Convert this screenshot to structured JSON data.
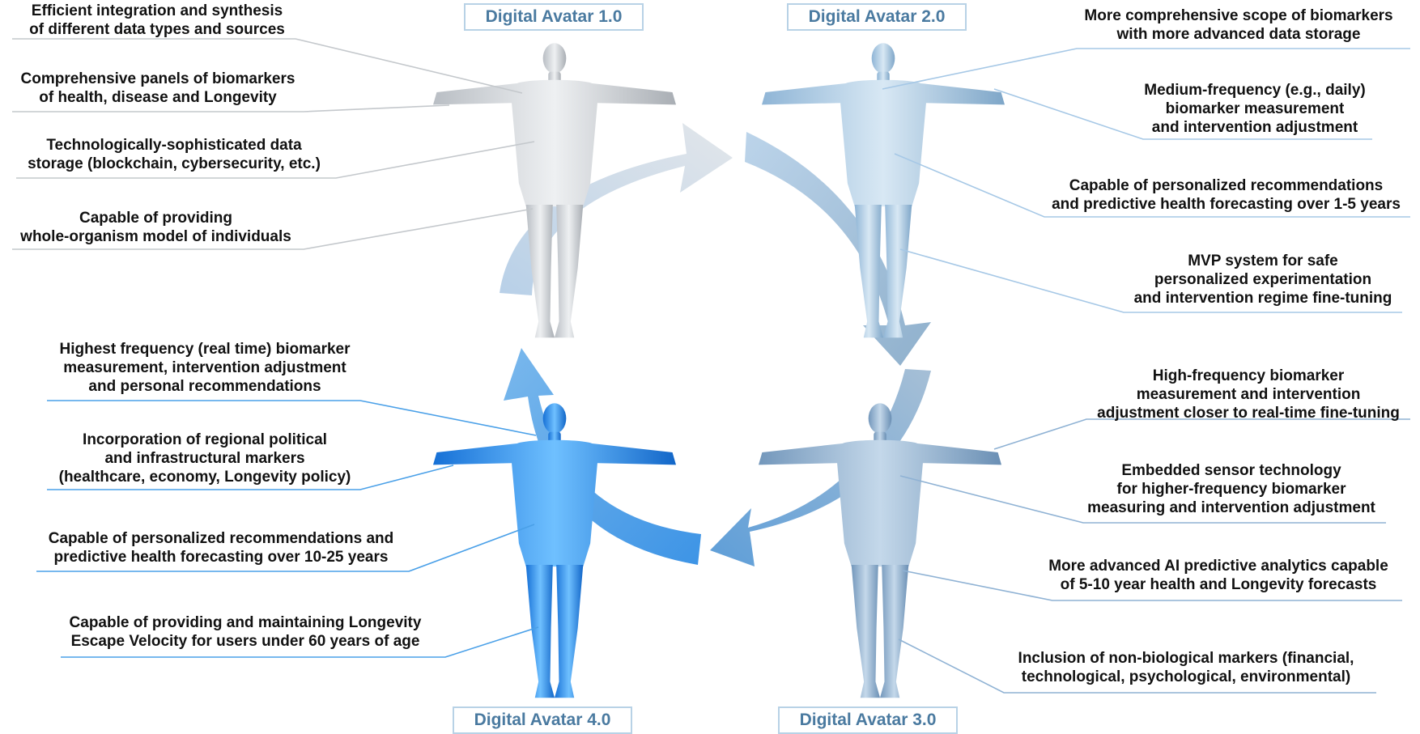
{
  "avatars": {
    "a1": {
      "title": "Digital Avatar 1.0",
      "color": "#c9cdd2",
      "labels": [
        [
          "Efficient integration and synthesis",
          "of different data types and sources"
        ],
        [
          "Comprehensive panels of biomarkers",
          "of health, disease and Longevity"
        ],
        [
          "Technologically-sophisticated data",
          "storage (blockchain, cybersecurity, etc.)"
        ],
        [
          "Capable of providing",
          "whole-organism model of individuals"
        ]
      ]
    },
    "a2": {
      "title": "Digital Avatar 2.0",
      "color": "#a9c9e6",
      "labels": [
        [
          "More comprehensive scope of biomarkers",
          "with more advanced data storage"
        ],
        [
          "Medium-frequency (e.g., daily)",
          "biomarker measurement",
          "and intervention adjustment"
        ],
        [
          "Capable of personalized recommendations",
          "and predictive health forecasting over 1-5 years"
        ],
        [
          "MVP system for safe",
          "personalized experimentation",
          "and intervention regime fine-tuning"
        ]
      ]
    },
    "a3": {
      "title": "Digital Avatar 3.0",
      "color": "#8fb2d4",
      "labels": [
        [
          "High-frequency biomarker",
          "measurement and intervention",
          "adjustment closer to real-time fine-tuning"
        ],
        [
          "Embedded sensor technology",
          "for higher-frequency biomarker",
          "measuring and intervention adjustment"
        ],
        [
          "More advanced AI predictive analytics capable",
          "of 5-10 year health and Longevity forecasts"
        ],
        [
          "Inclusion of non-biological markers (financial,",
          "technological, psychological, environmental)"
        ]
      ]
    },
    "a4": {
      "title": "Digital Avatar 4.0",
      "color": "#2f8ee8",
      "labels": [
        [
          "Highest frequency (real time) biomarker",
          "measurement, intervention adjustment",
          "and personal recommendations"
        ],
        [
          "Incorporation of regional political",
          "and infrastructural markers",
          "(healthcare, economy, Longevity policy)"
        ],
        [
          "Capable of personalized recommendations and",
          "predictive health forecasting over 10-25 years"
        ],
        [
          "Capable of providing and maintaining Longevity",
          "Escape Velocity for users under 60 years of age"
        ]
      ]
    }
  },
  "colors": {
    "title_text": "#4a7aa0",
    "title_border": "#b8d2e6",
    "line_grey": "#c4c8cc",
    "line_blue": "#8cbde6",
    "line_bright": "#4aa0e8",
    "arrow_1": "#d6dde6",
    "arrow_2": "#a8c4de",
    "arrow_3": "#6fa6d6",
    "arrow_4": "#4a9ee8"
  }
}
